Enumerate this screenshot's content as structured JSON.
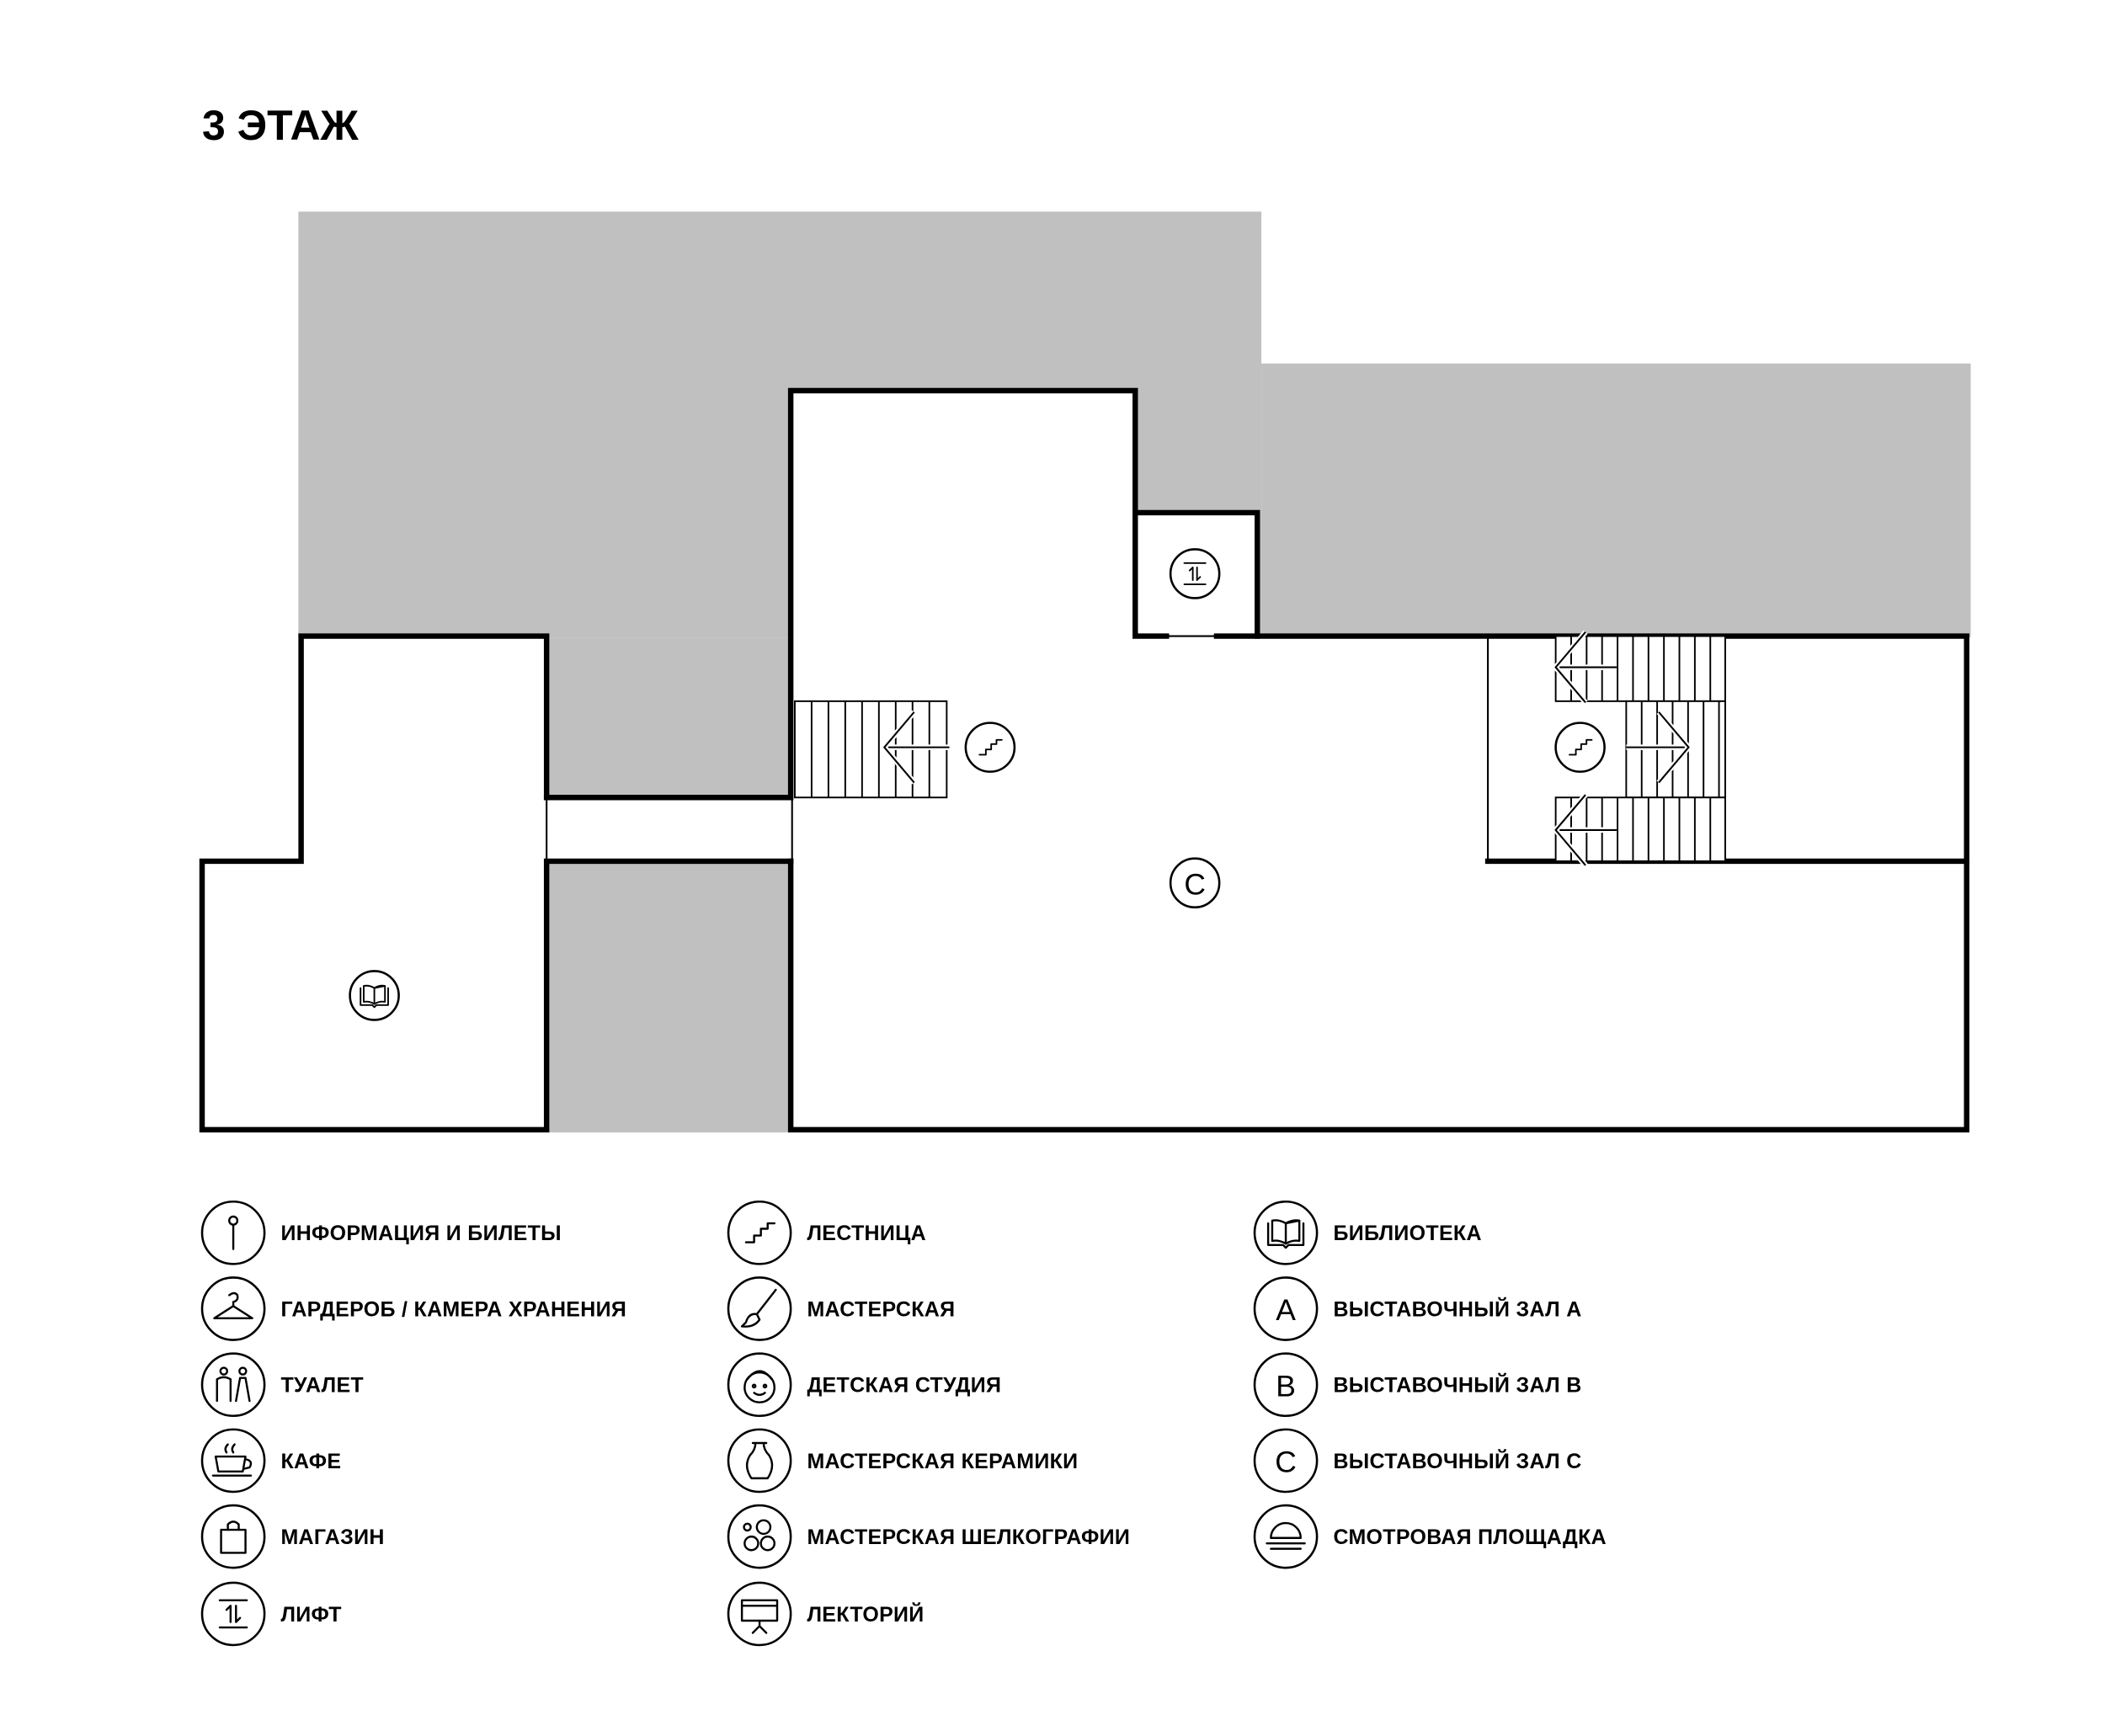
{
  "title": "3 ЭТАЖ",
  "colors": {
    "unused_area": "#c0c0c0",
    "walls": "#000000",
    "background": "#ffffff"
  },
  "map": {
    "hall_marker": {
      "icon": "letter-c",
      "letter": "C"
    },
    "markers": [
      "elevator-icon",
      "stairs-icon",
      "stairs-icon",
      "library-icon"
    ]
  },
  "legend": [
    {
      "icon": "info",
      "label": "ИНФОРМАЦИЯ И БИЛЕТЫ"
    },
    {
      "icon": "hanger",
      "label": "ГАРДЕРОБ / КАМЕРА ХРАНЕНИЯ"
    },
    {
      "icon": "toilet",
      "label": "ТУАЛЕТ"
    },
    {
      "icon": "cafe",
      "label": "КАФЕ"
    },
    {
      "icon": "shop",
      "label": "МАГАЗИН"
    },
    {
      "icon": "elevator",
      "label": "ЛИФТ"
    },
    {
      "icon": "stairs",
      "label": "ЛЕСТНИЦА"
    },
    {
      "icon": "brush",
      "label": "МАСТЕРСКАЯ"
    },
    {
      "icon": "child",
      "label": "ДЕТСКАЯ СТУДИЯ"
    },
    {
      "icon": "vase",
      "label": "МАСТЕРСКАЯ КЕРАМИКИ"
    },
    {
      "icon": "circles",
      "label": "МАСТЕРСКАЯ ШЕЛКОГРАФИИ"
    },
    {
      "icon": "screen",
      "label": "ЛЕКТОРИЙ"
    },
    {
      "icon": "book",
      "label": "БИБЛИОТЕКА"
    },
    {
      "icon": "letter",
      "letter": "A",
      "label": "ВЫСТАВОЧНЫЙ ЗАЛ А"
    },
    {
      "icon": "letter",
      "letter": "B",
      "label": "ВЫСТАВОЧНЫЙ ЗАЛ В"
    },
    {
      "icon": "letter",
      "letter": "C",
      "label": "ВЫСТАВОЧНЫЙ ЗАЛ С"
    },
    {
      "icon": "viewpoint",
      "label": "СМОТРОВАЯ ПЛОЩАДКА"
    }
  ]
}
